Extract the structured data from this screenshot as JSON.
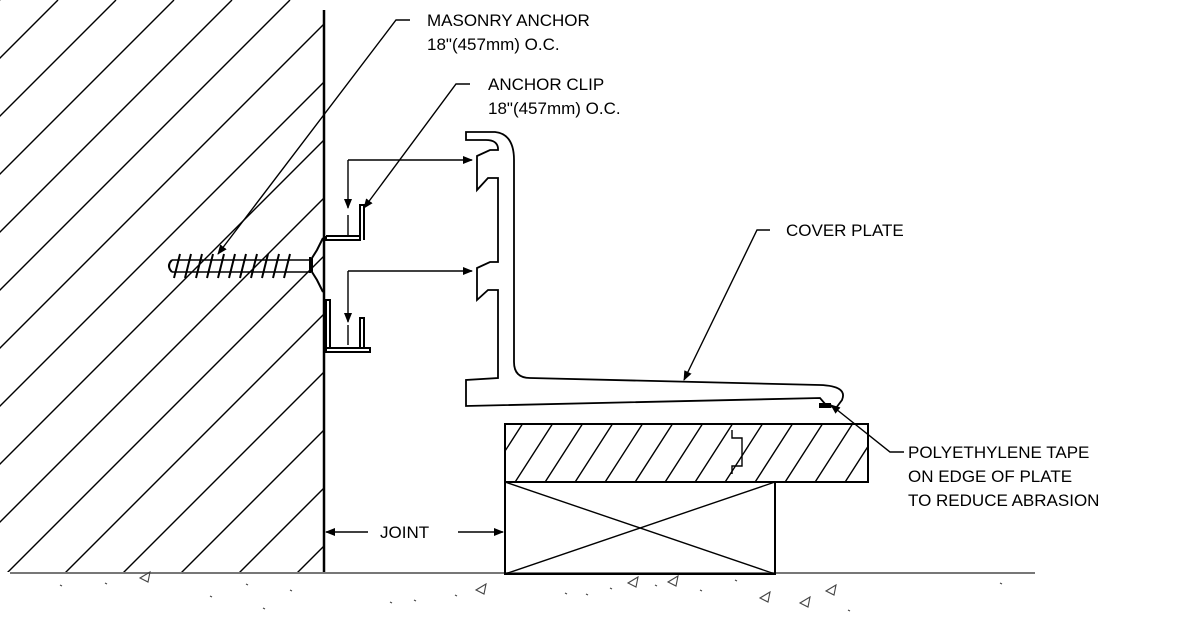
{
  "labels": {
    "masonry_anchor": "MASONRY ANCHOR",
    "masonry_anchor_spacing": "18\"(457mm) O.C.",
    "anchor_clip": "ANCHOR CLIP",
    "anchor_clip_spacing": "18\"(457mm) O.C.",
    "cover_plate": "COVER PLATE",
    "tape_line1": "POLYETHYLENE TAPE",
    "tape_line2": "ON EDGE OF PLATE",
    "tape_line3": "TO REDUCE ABRASION",
    "joint": "JOINT"
  }
}
